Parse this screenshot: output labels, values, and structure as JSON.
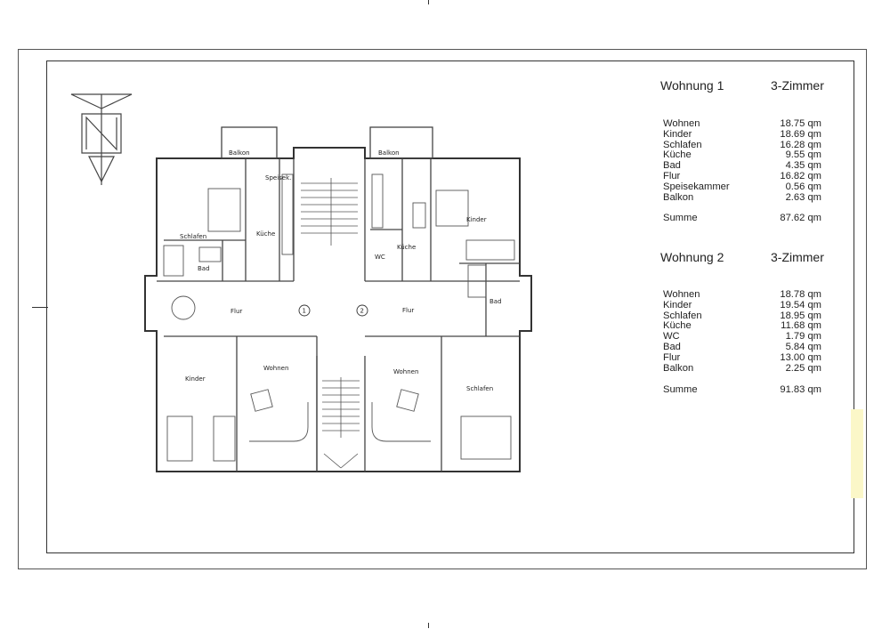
{
  "plan": {
    "rooms": {
      "balkon_left": "Balkon",
      "balkon_right": "Balkon",
      "speisek": "Speisek.",
      "schlafen_left": "Schlafen",
      "kueche_left": "Küche",
      "bad_left": "Bad",
      "flur_left": "Flur",
      "stair_1": "1",
      "stair_2": "2",
      "wc_right": "WC",
      "kueche_right": "Küche",
      "kinder_right": "Kinder",
      "bad_right": "Bad",
      "flur_right": "Flur",
      "kinder_left": "Kinder",
      "wohnen_left": "Wohnen",
      "wohnen_right": "Wohnen",
      "schlafen_right": "Schlafen"
    }
  },
  "apartments": [
    {
      "title": "Wohnung 1",
      "type": "3-Zimmer",
      "rooms": [
        {
          "name": "Wohnen",
          "area": "18.75 qm"
        },
        {
          "name": "Kinder",
          "area": "18.69 qm"
        },
        {
          "name": "Schlafen",
          "area": "16.28 qm"
        },
        {
          "name": "Küche",
          "area": "9.55 qm"
        },
        {
          "name": "Bad",
          "area": "4.35 qm"
        },
        {
          "name": "Flur",
          "area": "16.82 qm"
        },
        {
          "name": "Speisekammer",
          "area": "0.56 qm"
        },
        {
          "name": "Balkon",
          "area": "2.63 qm"
        }
      ],
      "sum_label": "Summe",
      "sum_value": "87.62 qm"
    },
    {
      "title": "Wohnung 2",
      "type": "3-Zimmer",
      "rooms": [
        {
          "name": "Wohnen",
          "area": "18.78 qm"
        },
        {
          "name": "Kinder",
          "area": "19.54 qm"
        },
        {
          "name": "Schlafen",
          "area": "18.95 qm"
        },
        {
          "name": "Küche",
          "area": "11.68 qm"
        },
        {
          "name": "WC",
          "area": "1.79 qm"
        },
        {
          "name": "Bad",
          "area": "5.84 qm"
        },
        {
          "name": "Flur",
          "area": "13.00 qm"
        },
        {
          "name": "Balkon",
          "area": "2.25 qm"
        }
      ],
      "sum_label": "Summe",
      "sum_value": "91.83 qm"
    }
  ]
}
